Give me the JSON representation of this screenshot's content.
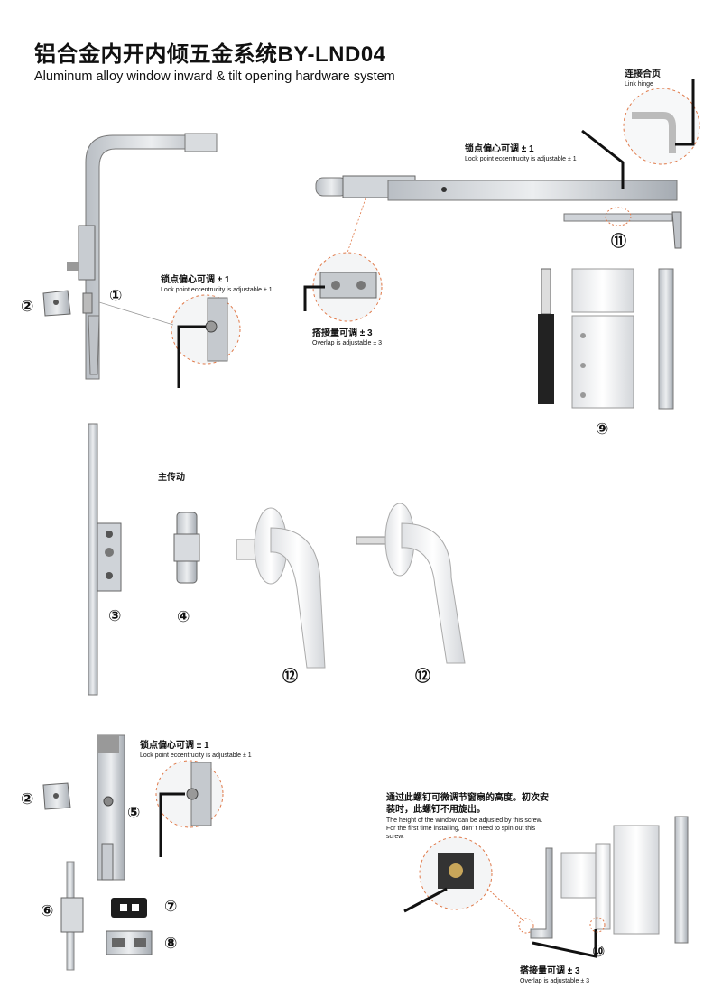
{
  "header": {
    "title_cn": "铝合金内开内倾五金系统BY-LND04",
    "title_en": "Aluminum alloy window inward & tilt opening hardware system"
  },
  "annotations": {
    "link_hinge": {
      "cn": "连接合页",
      "en": "Link hinge"
    },
    "lock_adj_1": {
      "cn": "锁点偏心可调 ± 1",
      "en": "Lock point eccentrucity is adjustable ± 1"
    },
    "lock_adj_top": {
      "cn": "锁点偏心可调 ± 1",
      "en": "Lock point eccentrucity is adjustable ± 1"
    },
    "overlap_1": {
      "cn": "搭接量可调 ± 3",
      "en": "Overlap is adjustable ± 3"
    },
    "main_drive": {
      "cn": "主传动"
    },
    "lock_adj_2": {
      "cn": "锁点偏心可调 ± 1",
      "en": "Lock point eccentrucity is adjustable ± 1"
    },
    "height_adj": {
      "cn": "通过此螺钉可微调节窗扇的高度。初次安装时，此螺钉不用旋出。",
      "en": "The height of the window can be adjusted by this screw. For the first time installing, don' t need to spin out this screw."
    },
    "overlap_2": {
      "cn": "搭接量可调 ± 3",
      "en": "Overlap is adjustable ± 3"
    }
  },
  "part_numbers": {
    "n1": "①",
    "n2a": "②",
    "n2b": "②",
    "n3": "③",
    "n4": "④",
    "n5": "⑤",
    "n6": "⑥",
    "n7": "⑦",
    "n8": "⑧",
    "n9": "⑨",
    "n10": "⑩",
    "n11": "⑪",
    "n12a": "⑫",
    "n12b": "⑫"
  },
  "colors": {
    "metal": "#cfd3d8",
    "metal_dark": "#8e949b",
    "white_part": "#f4f5f6",
    "accent_dash": "#e07a4a"
  }
}
